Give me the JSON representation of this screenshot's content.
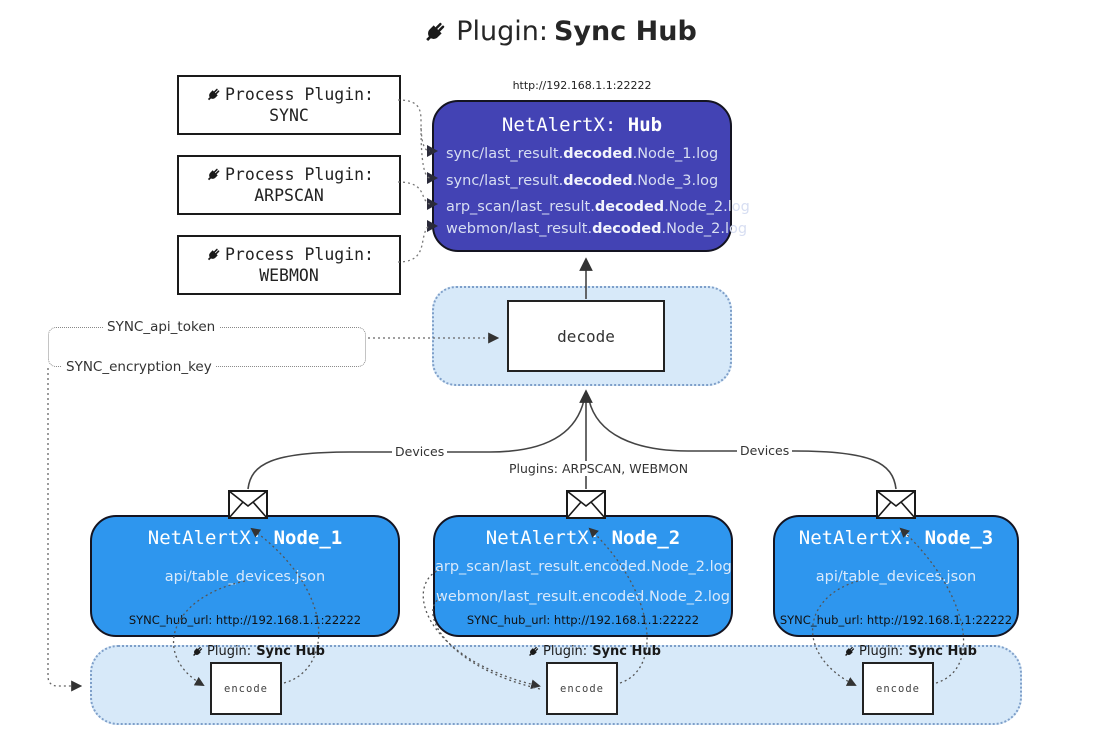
{
  "title": {
    "prefix": "Plugin:",
    "name": "Sync Hub"
  },
  "hub": {
    "url": "http://192.168.1.1:22222",
    "brand": "NetAlertX:",
    "name": "Hub",
    "logs": [
      {
        "pre": "sync/last_result.",
        "mid": "decoded",
        "post": ".Node_1.log"
      },
      {
        "pre": "sync/last_result.",
        "mid": "decoded",
        "post": ".Node_3.log"
      },
      {
        "pre": "arp_scan/last_result.",
        "mid": "decoded",
        "post": ".Node_2.log"
      },
      {
        "pre": "webmon/last_result.",
        "mid": "decoded",
        "post": ".Node_2.log"
      }
    ]
  },
  "process_plugins": {
    "label": "Process Plugin:",
    "items": [
      "SYNC",
      "ARPSCAN",
      "WEBMON"
    ]
  },
  "secrets": {
    "api_token": "SYNC_api_token",
    "encryption_key": "SYNC_encryption_key"
  },
  "decode_label": "decode",
  "encode_label": "encode",
  "flow_labels": {
    "devices_left": "Devices",
    "devices_right": "Devices",
    "plugins": "Plugins: ARPSCAN, WEBMON"
  },
  "nodes": [
    {
      "brand": "NetAlertX:",
      "name": "Node_1",
      "lines": [
        "api/table_devices.json"
      ],
      "footer": "SYNC_hub_url: http://192.168.1.1:22222"
    },
    {
      "brand": "NetAlertX:",
      "name": "Node_2",
      "lines": [
        "arp_scan/last_result.encoded.Node_2.log",
        "webmon/last_result.encoded.Node_2.log"
      ],
      "footer": "SYNC_hub_url: http://192.168.1.1:22222"
    },
    {
      "brand": "NetAlertX:",
      "name": "Node_3",
      "lines": [
        "api/table_devices.json"
      ],
      "footer": "SYNC_hub_url: http://192.168.1.1:22222"
    }
  ],
  "encoder_label": {
    "prefix": "Plugin:",
    "name": "Sync Hub"
  },
  "colors": {
    "hub_bg": "#4343b4",
    "node_bg": "#2e96ee",
    "container_bg": "#d7e9f9",
    "container_border": "#7e9fc9",
    "hub_text": "#d7def2",
    "node_text": "#d8e9fb",
    "line": "#444444"
  }
}
